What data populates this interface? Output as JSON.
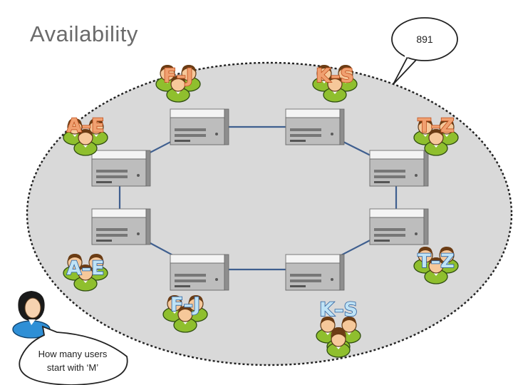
{
  "title": "Availability",
  "counter": "891",
  "question": {
    "line1": "How many users",
    "line2": "start with ‘M’"
  },
  "user_groups": [
    {
      "label": "F–J",
      "color": "orange"
    },
    {
      "label": "K–S",
      "color": "orange"
    },
    {
      "label": "A–E",
      "color": "orange"
    },
    {
      "label": "T–Z",
      "color": "orange"
    },
    {
      "label": "A–E",
      "color": "blue"
    },
    {
      "label": "T–Z",
      "color": "blue"
    },
    {
      "label": "F–J",
      "color": "blue"
    },
    {
      "label": "K–S",
      "color": "blue"
    }
  ],
  "colors": {
    "ring_fill": "#d9d9d9",
    "ring_link": "#3f5f8f",
    "label_orange": "#c0501e",
    "label_blue": "#2a5f9e",
    "user_shirt": "#8fbf2e",
    "questioner_shirt": "#2e8fd6"
  },
  "icons": {
    "server": "server-icon",
    "user_group": "user-group-icon",
    "questioner": "woman-user-icon"
  }
}
